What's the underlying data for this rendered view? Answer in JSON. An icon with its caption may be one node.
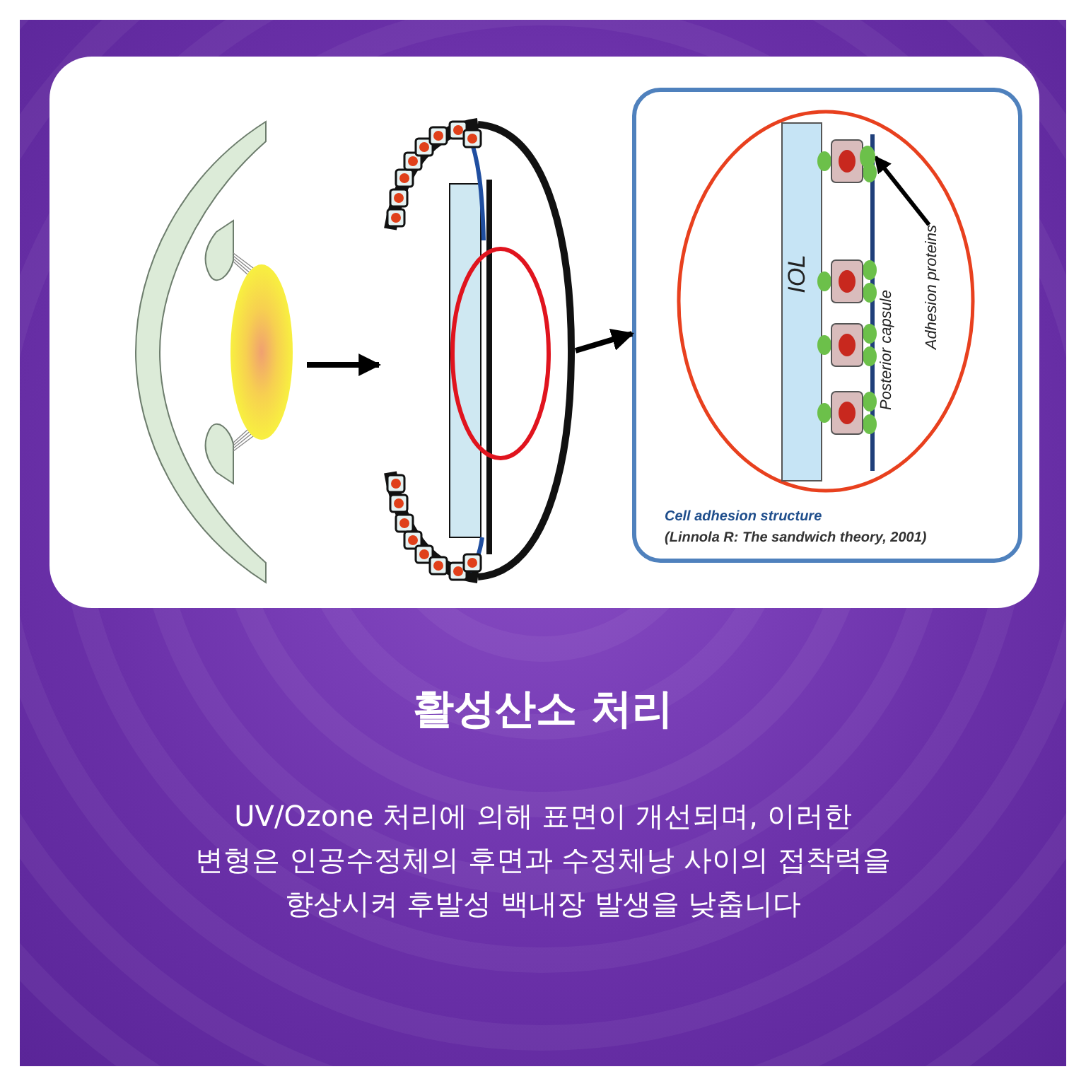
{
  "diagram": {
    "title": "활성산소 처리",
    "caption": "UV/Ozone 처리에 의해 표면이 개선되며, 이러한 변형은 인공수정체의 후면과 수정체낭 사이의 접착력을 향상시켜 후발성 백내장 발생을 낮춥니다",
    "nodes": [
      {
        "text": [],
        "shape": "picture"
      },
      {
        "text": [],
        "shape": "picture"
      },
      {
        "text": [
          "Cell adhesion structure",
          "(Linnola R: The sandwich theory, 2001)"
        ]
      },
      {
        "text": [
          "Adhesion proteins"
        ],
        "in": 2
      },
      {
        "text": [],
        "shape": "circle",
        "in": 2
      }
    ],
    "edges": [
      {
        "from": 0,
        "to": 1,
        "arrow": "to"
      },
      {
        "from": 1,
        "to": 2,
        "arrow": "to"
      },
      {
        "from": 3,
        "to": 4,
        "arrow": "to"
      }
    ],
    "labels": [
      "IOL",
      "Posterior capsule"
    ]
  }
}
